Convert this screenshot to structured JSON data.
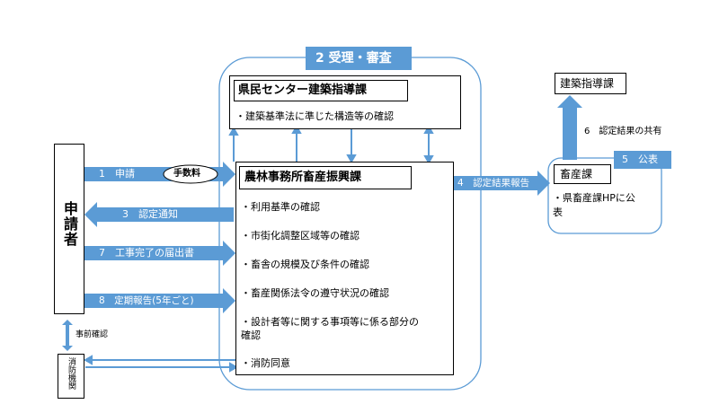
{
  "accent": "#5b9bd5",
  "stage2_label": "2 受理・審査",
  "kenmin": {
    "title": "県民センター建築指導課",
    "item": "・建築基準法に準じた構造等の確認"
  },
  "nourin": {
    "title": "農林事務所畜産振興課",
    "items": [
      "・利用基準の確認",
      "・市街化調整区域等の確認",
      "・畜舎の規模及び条件の確認",
      "・畜産関係法令の遵守状況の確認",
      "・設計者等に関する事項等に係る部分の",
      "確認",
      "・消防同意"
    ]
  },
  "applicant": "申請者",
  "fire_dept": "消防機関",
  "prior_check": "事前確認",
  "fee": "手数料",
  "arrows": {
    "a1": "1　申請",
    "a3": "3　認定通知",
    "a7": "7　工事完了の届出書",
    "a8": "8　定期報告(5年ごと)",
    "a4": "4　認定結果報告",
    "a6": "6　認定結果の共有",
    "a5": "5　公表"
  },
  "kenchiku_shido": "建築指導課",
  "chikusan": {
    "title": "畜産課",
    "line1": "・県畜産課HPに公",
    "line2": "表"
  }
}
